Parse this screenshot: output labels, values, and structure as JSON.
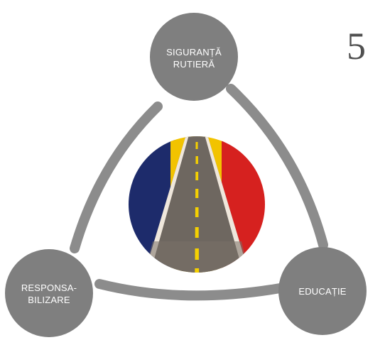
{
  "page_number": "5",
  "nodes": {
    "top": {
      "line1": "SIGURANȚĂ",
      "line2": "RUTIERĂ"
    },
    "left": {
      "line1": "RESPONSA-",
      "line2": "BILIZARE"
    },
    "right": {
      "line1": "EDUCAȚIE"
    },
    "center_emblem": "road-flag-emblem"
  },
  "colors": {
    "node_fill": "#7f7f7f",
    "ring_stroke": "#8c8c8c",
    "flag_blue": "#1d2b6b",
    "flag_yellow": "#f2c300",
    "flag_red": "#d6211f",
    "road_gray": "#6e6760",
    "lane_dash": "#f5d000"
  }
}
